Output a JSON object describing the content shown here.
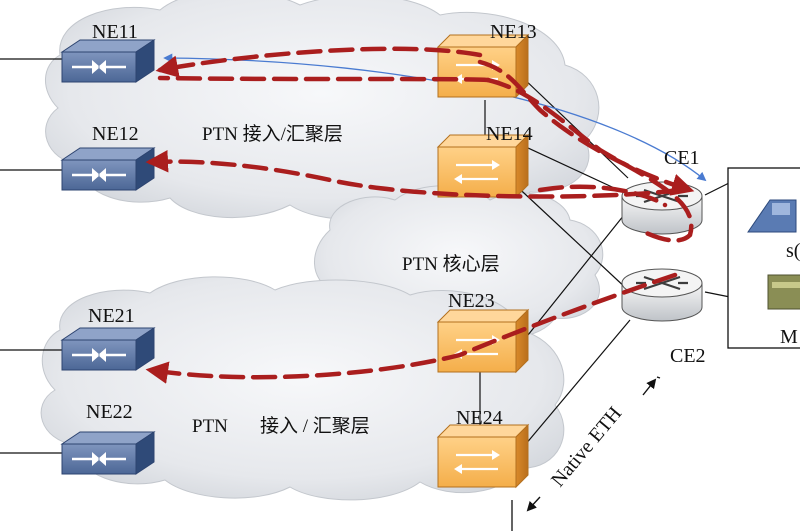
{
  "layers": {
    "access_top": "PTN 接入/汇聚层",
    "core": "PTN 核心层",
    "access_bottom_prefix": "PTN",
    "access_bottom_suffix": "接入 / 汇聚层"
  },
  "nodes": {
    "ne11": "NE11",
    "ne12": "NE12",
    "ne13": "NE13",
    "ne14": "NE14",
    "ne21": "NE21",
    "ne22": "NE22",
    "ne23": "NE23",
    "ne24": "NE24",
    "ce1": "CE1",
    "ce2": "CE2"
  },
  "link_label": "Native ETH",
  "server_labels": {
    "top_partial": "s(",
    "bottom_partial": "M"
  },
  "colors": {
    "cloud_fill": "#e9ebef",
    "cloud_shade": "#c9cdd3",
    "switch_blue": "#3e5a8a",
    "ptn_orange": "#f0a640",
    "tunnel_red": "#aa1e1e",
    "blue_link": "#4a7bd1"
  },
  "icons": {
    "switch": "switch-icon",
    "ptn_device": "ptn-device-icon",
    "router": "router-icon",
    "server": "server-icon"
  }
}
